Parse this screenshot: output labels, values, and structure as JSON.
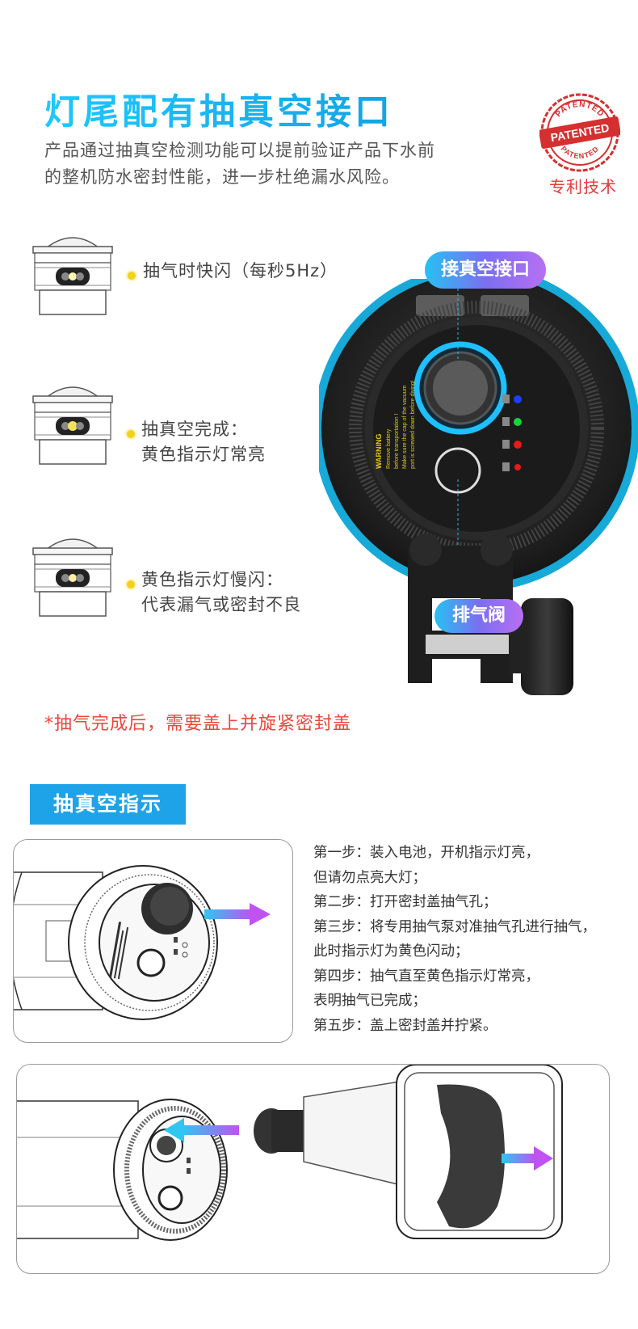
{
  "header": {
    "title": "灯尾配有抽真空接口",
    "description_line1": "产品通过抽真空检测功能可以提前验证产品下水前",
    "description_line2": "的整机防水密封性能，进一步杜绝漏水风险。"
  },
  "patent": {
    "seal_top": "PATENTED",
    "seal_middle": "PATENTED",
    "seal_bottom": "PATENTED",
    "label": "专利技术"
  },
  "indicators": [
    {
      "line1": "抽气时快闪（每秒5Hz）",
      "line2": ""
    },
    {
      "line1": "抽真空完成：",
      "line2": "黄色指示灯常亮"
    },
    {
      "line1": "黄色指示灯慢闪：",
      "line2": "代表漏气或密封不良"
    }
  ],
  "note": "*抽气完成后，需要盖上并旋紧密封盖",
  "callouts": {
    "vacuum_port": "接真空接口",
    "exhaust_valve": "排气阀"
  },
  "device_warning": {
    "heading": "WARNING",
    "lines": [
      "Remove battery",
      "before transportation !",
      "Make sure the cap of the vacuum",
      "port is screwed down before diving!"
    ]
  },
  "section": {
    "badge": "抽真空指示",
    "steps": [
      "第一步：装入电池，开机指示灯亮，",
      "但请勿点亮大灯；",
      "第二步：打开密封盖抽气孔；",
      "第三步：将专用抽气泵对准抽气孔进行抽气，",
      "此时指示灯为黄色闪动；",
      "第四步：抽气直至黄色指示灯常亮，",
      "表明抽气已完成；",
      "第五步：盖上密封盖并拧紧。"
    ]
  },
  "colors": {
    "accent_blue": "#1fa3e8",
    "title_cyan": "#1ec8ff",
    "warning_red": "#e8483c",
    "indicator_yellow": "#f2d21a",
    "gradient_purple": "#b86ff2"
  }
}
